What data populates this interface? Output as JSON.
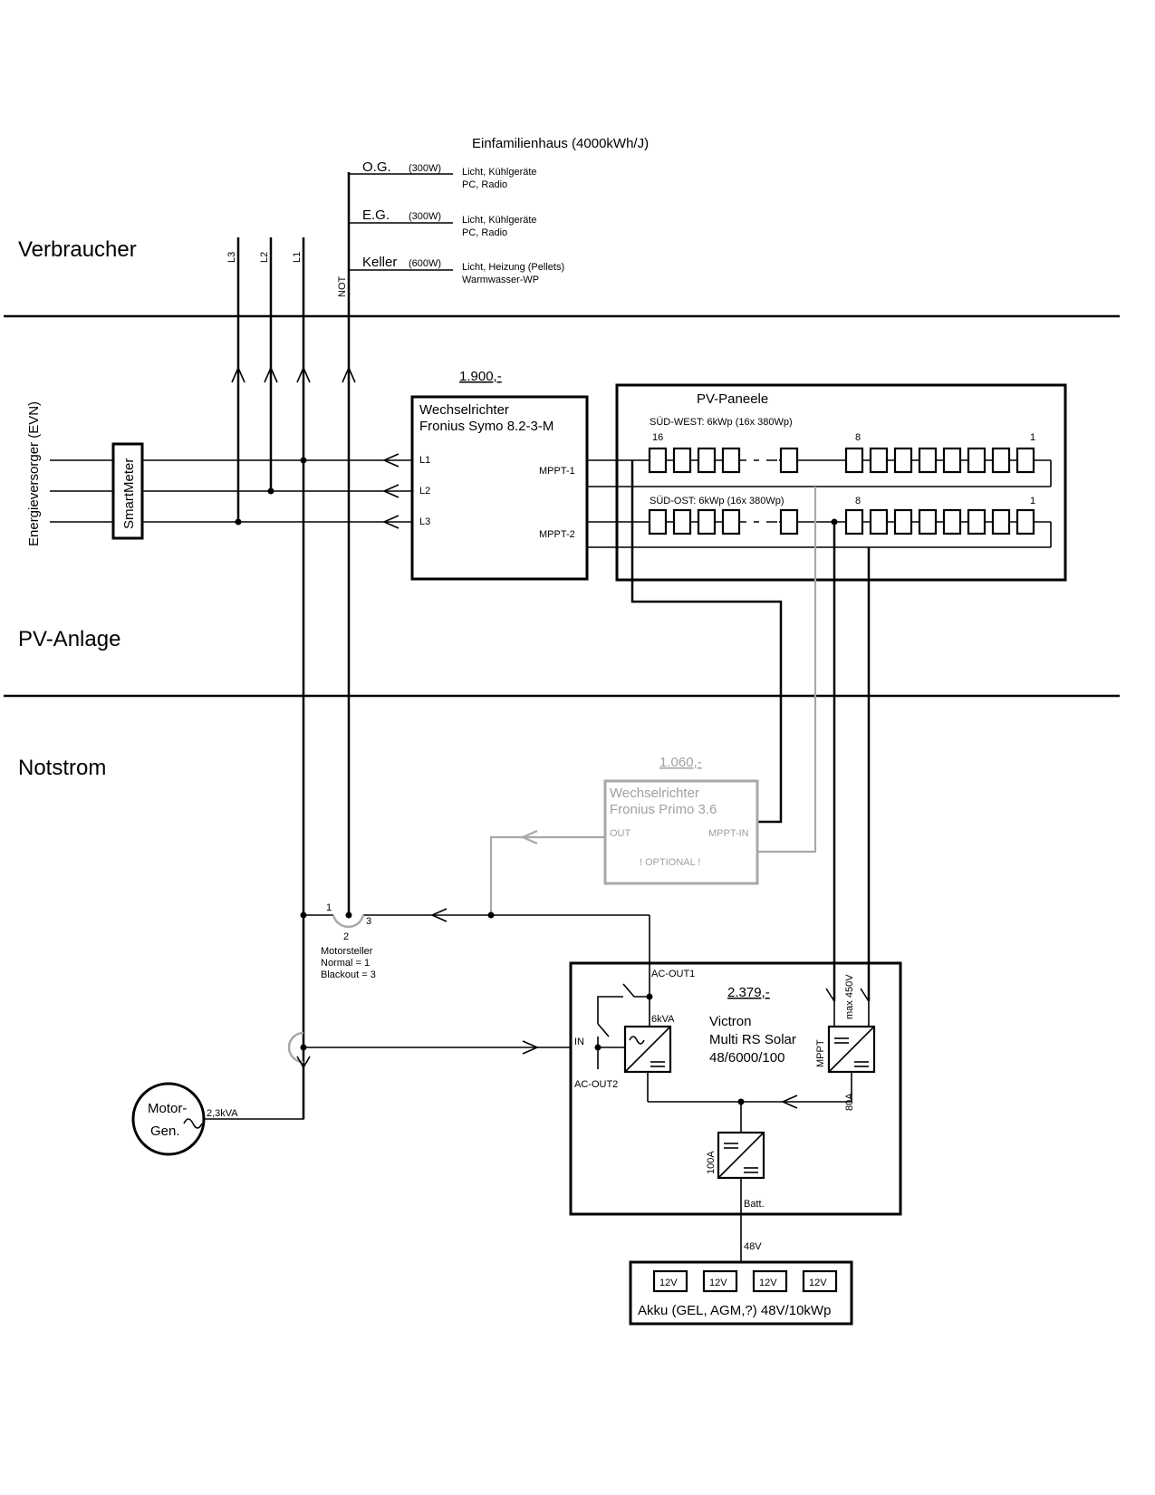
{
  "sections": {
    "verbraucher": "Verbraucher",
    "pv_anlage": "PV-Anlage",
    "notstrom": "Notstrom"
  },
  "house": {
    "title": "Einfamilienhaus (4000kWh/J)",
    "floors": [
      {
        "name": "O.G.",
        "power": "(300W)",
        "loads1": "Licht,  Kühlgeräte",
        "loads2": "PC, Radio"
      },
      {
        "name": "E.G.",
        "power": "(300W)",
        "loads1": "Licht,  Kühlgeräte",
        "loads2": "PC, Radio"
      },
      {
        "name": "Keller",
        "power": "(600W)",
        "loads1": "Licht, Heizung (Pellets)",
        "loads2": "Warmwasser-WP"
      }
    ],
    "phase_labels": [
      "L3",
      "L2",
      "L1",
      "NOT"
    ]
  },
  "grid": {
    "supplier": "Energieversorger (EVN)",
    "meter": "SmartMeter"
  },
  "inverter1": {
    "price": "1.900,-",
    "title1": "Wechselrichter",
    "title2": "Fronius Symo 8.2-3-M",
    "l1": "L1",
    "l2": "L2",
    "l3": "L3",
    "mppt1": "MPPT-1",
    "mppt2": "MPPT-2"
  },
  "pv": {
    "title": "PV-Paneele",
    "string1": "SÜD-WEST: 6kWp  (16x  380Wp)",
    "string2": "SÜD-OST: 6kWp  (16x  380Wp)",
    "n16": "16",
    "n8": "8",
    "n1": "1"
  },
  "inverter2": {
    "price": "1.060,-",
    "title1": "Wechselrichter",
    "title2": "Fronius Primo 3.6",
    "out": "OUT",
    "mppt_in": "MPPT-IN",
    "optional": "! OPTIONAL !"
  },
  "switch": {
    "title": "Motorsteller",
    "normal": "Normal    = 1",
    "blackout": "Blackout = 3",
    "p1": "1",
    "p2": "2",
    "p3": "3"
  },
  "generator": {
    "label1": "Motor-",
    "label2": "Gen.",
    "rating": "2,3kVA"
  },
  "victron": {
    "price": "2.379,-",
    "title1": "Victron",
    "title2": "Multi RS Solar",
    "title3": "48/6000/100",
    "ac_out1": "AC-OUT1",
    "ac_out2": "AC-OUT2",
    "in": "IN",
    "kva": "6kVA",
    "mppt": "MPPT",
    "max": "max 450V",
    "a80": "80A",
    "a100": "100A",
    "batt": "Batt.",
    "v48": "48V"
  },
  "battery": {
    "cells": [
      "12V",
      "12V",
      "12V",
      "12V"
    ],
    "label": "Akku (GEL, AGM,?) 48V/10kWp"
  }
}
